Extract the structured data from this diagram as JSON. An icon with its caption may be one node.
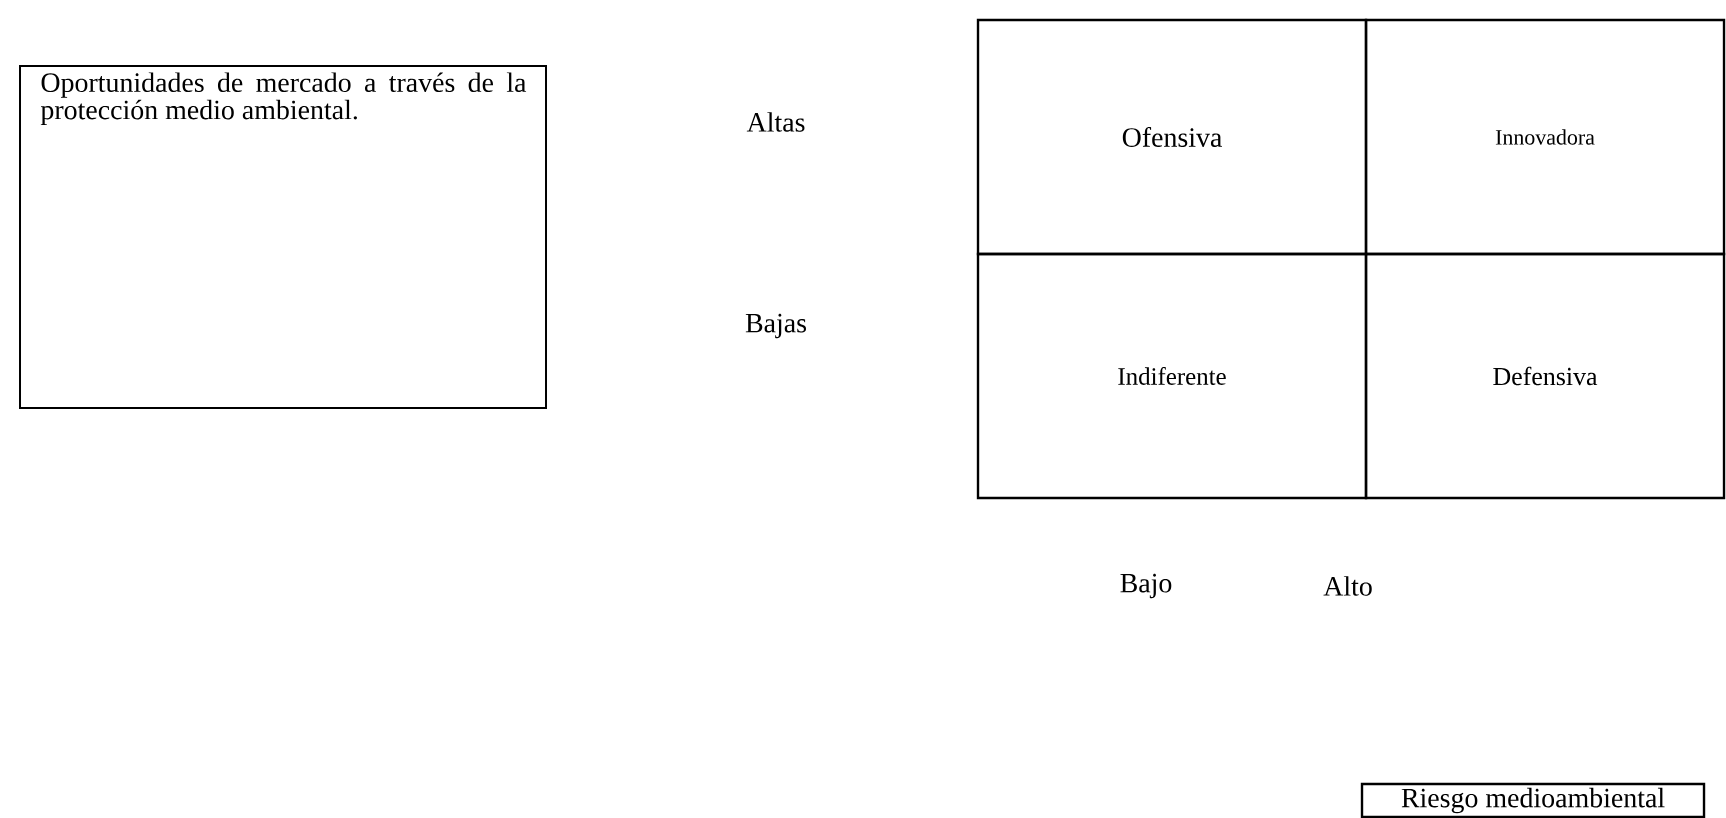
{
  "diagram": {
    "nodes": [
      {
        "text": [
          "Oportunidades de mercado a través de la protección medio ambiental."
        ]
      },
      {
        "text": [
          "Ofensiva"
        ]
      },
      {
        "text": [
          "Innovadora"
        ]
      },
      {
        "text": [
          "Indiferente"
        ]
      },
      {
        "text": [
          "Defensiva"
        ]
      },
      {
        "text": [
          "Riesgo medioambiental"
        ]
      }
    ],
    "labels": [
      "Altas",
      "Bajas",
      "Bajo",
      "Alto"
    ]
  }
}
